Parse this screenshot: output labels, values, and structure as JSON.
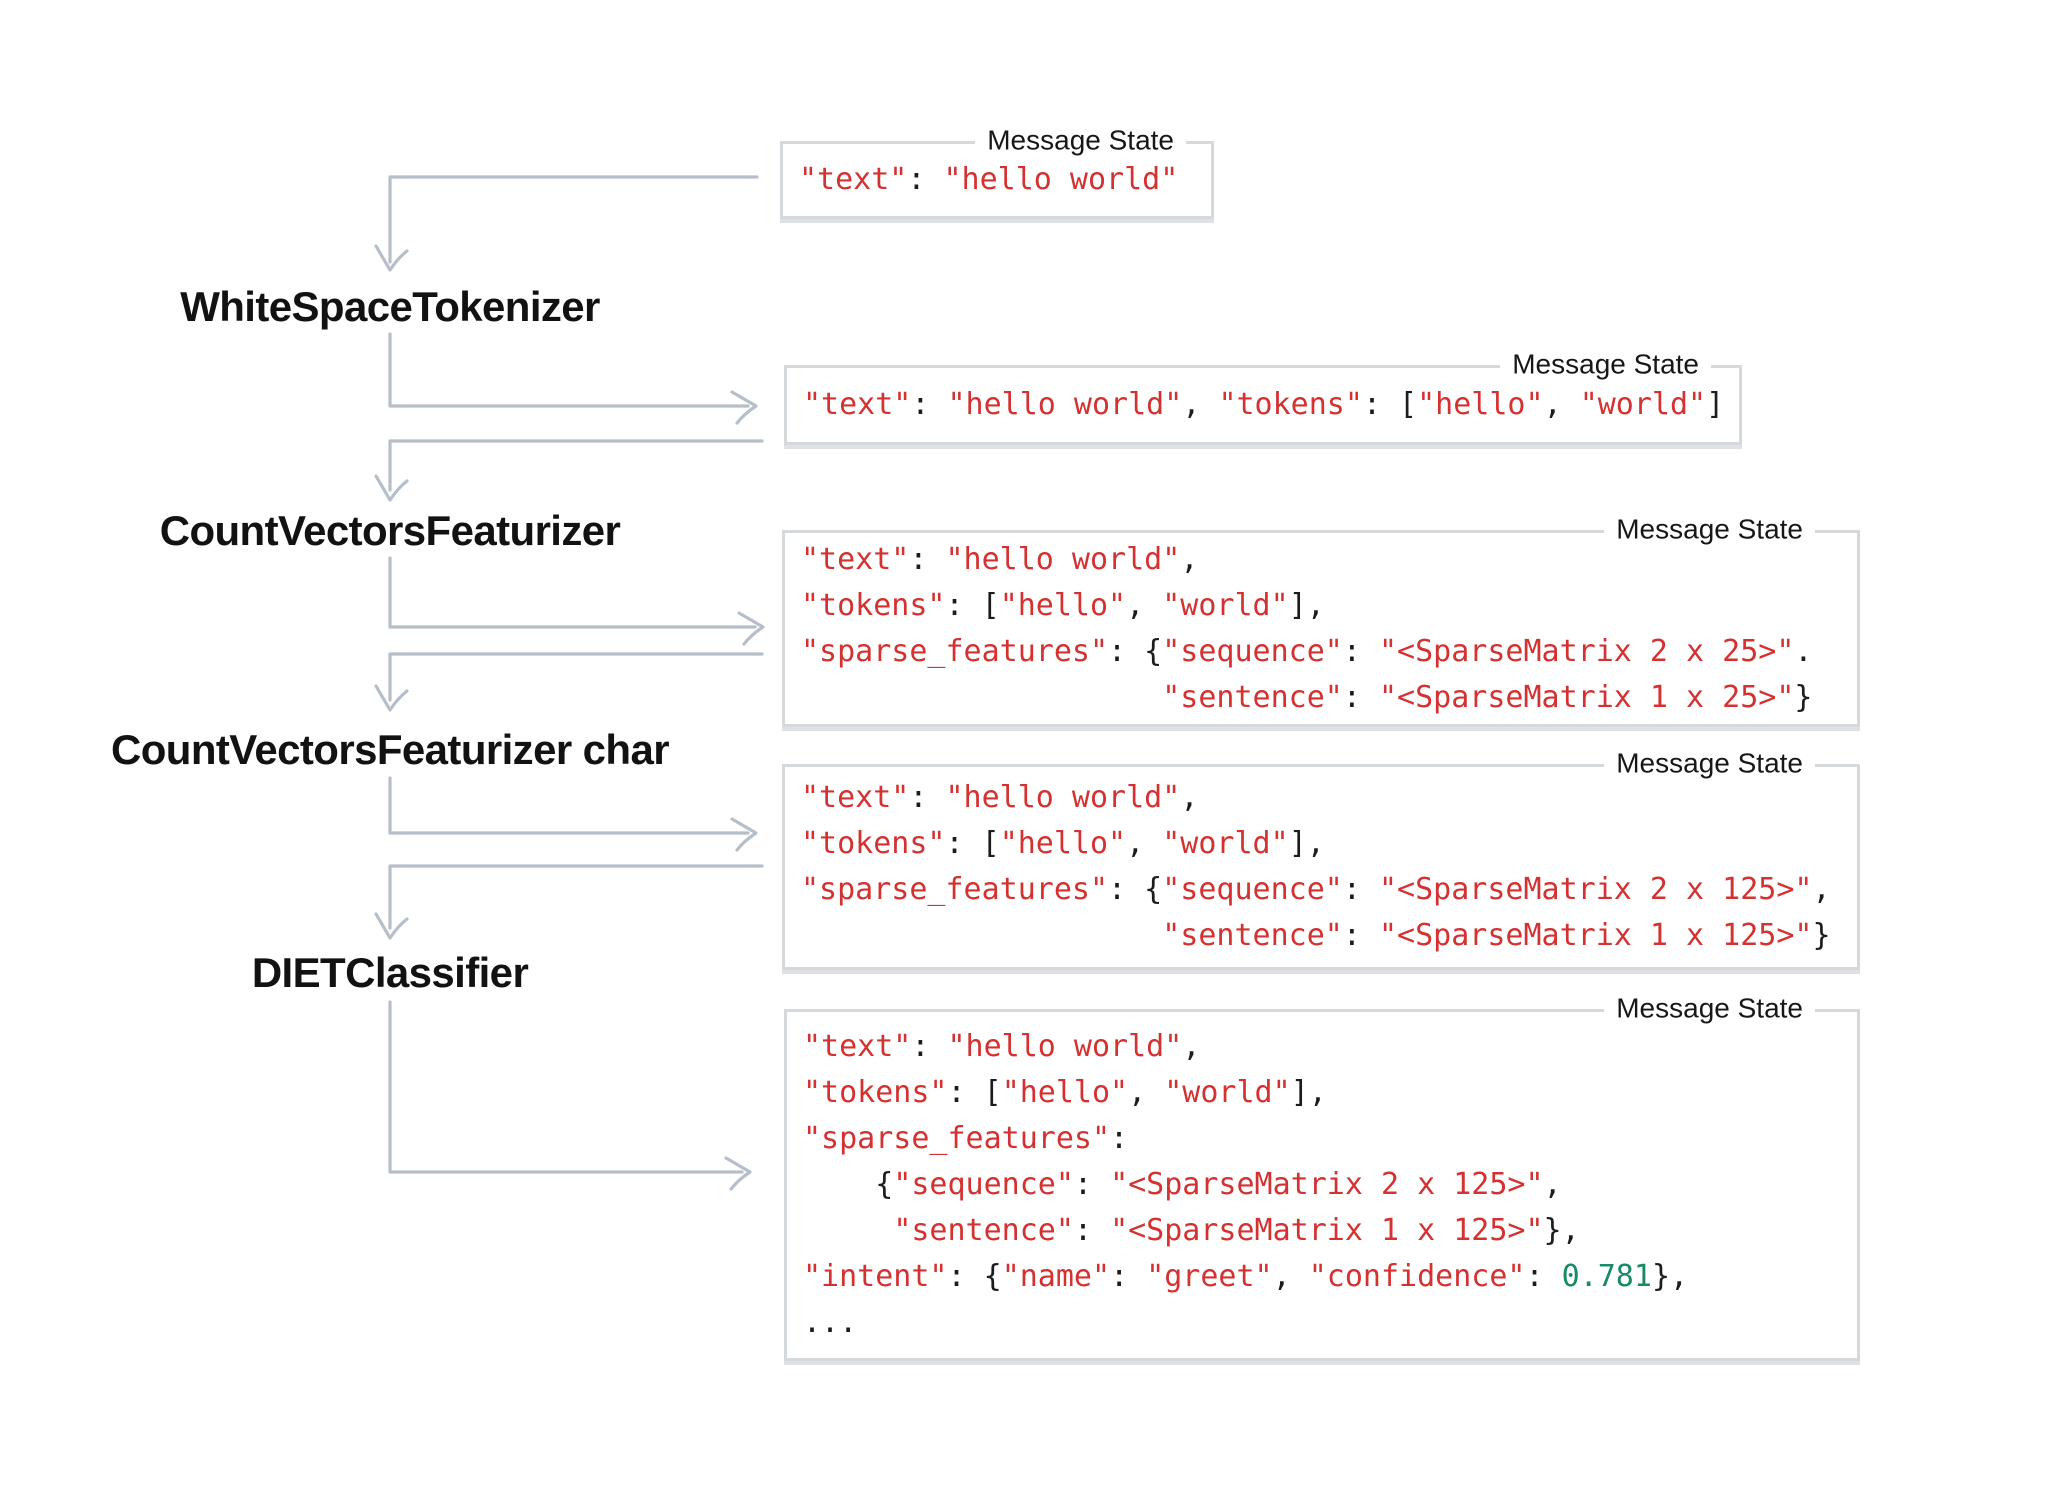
{
  "diagram": {
    "title_note": "NLU pipeline message-state flow",
    "components": [
      {
        "name": "WhiteSpaceTokenizer"
      },
      {
        "name": "CountVectorsFeaturizer"
      },
      {
        "name": "CountVectorsFeaturizer char"
      },
      {
        "name": "DIETClassifier"
      }
    ],
    "colors": {
      "string": "#d43131",
      "punctuation": "#1c1c1c",
      "number": "#178a68",
      "connector": "#b6bfc9",
      "box_border": "#d6d9dc",
      "label_text": "#17171a"
    },
    "boxes": [
      {
        "label": "Message State",
        "lines": [
          [
            [
              "str",
              "\"text\""
            ],
            [
              "pun",
              ": "
            ],
            [
              "str",
              "\"hello world\""
            ]
          ]
        ]
      },
      {
        "label": "Message State",
        "lines": [
          [
            [
              "str",
              "\"text\""
            ],
            [
              "pun",
              ": "
            ],
            [
              "str",
              "\"hello world\""
            ],
            [
              "pun",
              ", "
            ],
            [
              "str",
              "\"tokens\""
            ],
            [
              "pun",
              ": ["
            ],
            [
              "str",
              "\"hello\""
            ],
            [
              "pun",
              ", "
            ],
            [
              "str",
              "\"world\""
            ],
            [
              "pun",
              "]"
            ]
          ]
        ]
      },
      {
        "label": "Message State",
        "lines": [
          [
            [
              "str",
              "\"text\""
            ],
            [
              "pun",
              ": "
            ],
            [
              "str",
              "\"hello world\""
            ],
            [
              "pun",
              ","
            ]
          ],
          [
            [
              "str",
              "\"tokens\""
            ],
            [
              "pun",
              ": ["
            ],
            [
              "str",
              "\"hello\""
            ],
            [
              "pun",
              ", "
            ],
            [
              "str",
              "\"world\""
            ],
            [
              "pun",
              "],"
            ]
          ],
          [
            [
              "str",
              "\"sparse_features\""
            ],
            [
              "pun",
              ": {"
            ],
            [
              "str",
              "\"sequence\""
            ],
            [
              "pun",
              ": "
            ],
            [
              "str",
              "\"<SparseMatrix 2 x 25>\""
            ],
            [
              "pun",
              "."
            ]
          ],
          [
            [
              "pun",
              "                    "
            ],
            [
              "str",
              "\"sentence\""
            ],
            [
              "pun",
              ": "
            ],
            [
              "str",
              "\"<SparseMatrix 1 x 25>\""
            ],
            [
              "pun",
              "}"
            ]
          ]
        ]
      },
      {
        "label": "Message State",
        "lines": [
          [
            [
              "str",
              "\"text\""
            ],
            [
              "pun",
              ": "
            ],
            [
              "str",
              "\"hello world\""
            ],
            [
              "pun",
              ","
            ]
          ],
          [
            [
              "str",
              "\"tokens\""
            ],
            [
              "pun",
              ": ["
            ],
            [
              "str",
              "\"hello\""
            ],
            [
              "pun",
              ", "
            ],
            [
              "str",
              "\"world\""
            ],
            [
              "pun",
              "],"
            ]
          ],
          [
            [
              "str",
              "\"sparse_features\""
            ],
            [
              "pun",
              ": {"
            ],
            [
              "str",
              "\"sequence\""
            ],
            [
              "pun",
              ": "
            ],
            [
              "str",
              "\"<SparseMatrix 2 x 125>\""
            ],
            [
              "pun",
              ","
            ]
          ],
          [
            [
              "pun",
              "                    "
            ],
            [
              "str",
              "\"sentence\""
            ],
            [
              "pun",
              ": "
            ],
            [
              "str",
              "\"<SparseMatrix 1 x 125>\""
            ],
            [
              "pun",
              "}"
            ]
          ]
        ]
      },
      {
        "label": "Message State",
        "lines": [
          [
            [
              "str",
              "\"text\""
            ],
            [
              "pun",
              ": "
            ],
            [
              "str",
              "\"hello world\""
            ],
            [
              "pun",
              ","
            ]
          ],
          [
            [
              "str",
              "\"tokens\""
            ],
            [
              "pun",
              ": ["
            ],
            [
              "str",
              "\"hello\""
            ],
            [
              "pun",
              ", "
            ],
            [
              "str",
              "\"world\""
            ],
            [
              "pun",
              "],"
            ]
          ],
          [
            [
              "str",
              "\"sparse_features\""
            ],
            [
              "pun",
              ":"
            ]
          ],
          [
            [
              "pun",
              "    {"
            ],
            [
              "str",
              "\"sequence\""
            ],
            [
              "pun",
              ": "
            ],
            [
              "str",
              "\"<SparseMatrix 2 x 125>\""
            ],
            [
              "pun",
              ","
            ]
          ],
          [
            [
              "pun",
              "     "
            ],
            [
              "str",
              "\"sentence\""
            ],
            [
              "pun",
              ": "
            ],
            [
              "str",
              "\"<SparseMatrix 1 x 125>\""
            ],
            [
              "pun",
              "},"
            ]
          ],
          [
            [
              "str",
              "\"intent\""
            ],
            [
              "pun",
              ": {"
            ],
            [
              "str",
              "\"name\""
            ],
            [
              "pun",
              ": "
            ],
            [
              "str",
              "\"greet\""
            ],
            [
              "pun",
              ", "
            ],
            [
              "str",
              "\"confidence\""
            ],
            [
              "pun",
              ": "
            ],
            [
              "num",
              "0.781"
            ],
            [
              "pun",
              "},"
            ]
          ],
          [
            [
              "pun",
              "..."
            ]
          ]
        ]
      }
    ]
  }
}
